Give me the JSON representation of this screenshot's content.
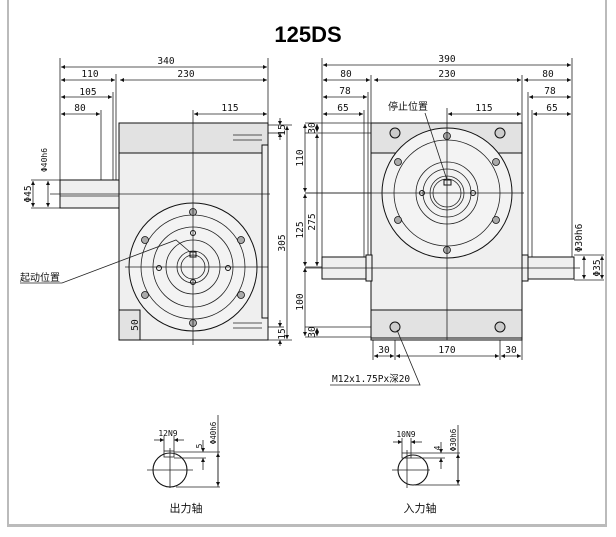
{
  "title": "125DS",
  "left_view": {
    "dims": {
      "overall": "340",
      "shaft_len": "110",
      "body": "230",
      "d105": "105",
      "d80": "80",
      "half": "115",
      "top15": "15",
      "bottom15": "15",
      "height": "305",
      "foot": "50",
      "phi45": "Φ45",
      "phi40": "Φ40h6"
    },
    "label_start": "起动位置"
  },
  "right_view": {
    "dims": {
      "overall": "390",
      "left80": "80",
      "body": "230",
      "right80": "80",
      "left78": "78",
      "right78": "78",
      "left65": "65",
      "right65": "65",
      "half": "115",
      "v30top": "30",
      "v110": "110",
      "v125": "125",
      "v275": "275",
      "v100": "100",
      "v30bot": "30",
      "b30l": "30",
      "b170": "170",
      "b30r": "30",
      "phi30": "Φ30h6",
      "phi35": "Φ35"
    },
    "label_stop": "停止位置",
    "thread_note": "M12x1.75Px深20"
  },
  "sections": {
    "output": {
      "key": "12N9",
      "depth": "5",
      "dia": "Φ40h6",
      "label": "出力轴"
    },
    "input": {
      "key": "10N9",
      "depth": "4",
      "dia": "Φ30h6",
      "label": "入力轴"
    }
  }
}
